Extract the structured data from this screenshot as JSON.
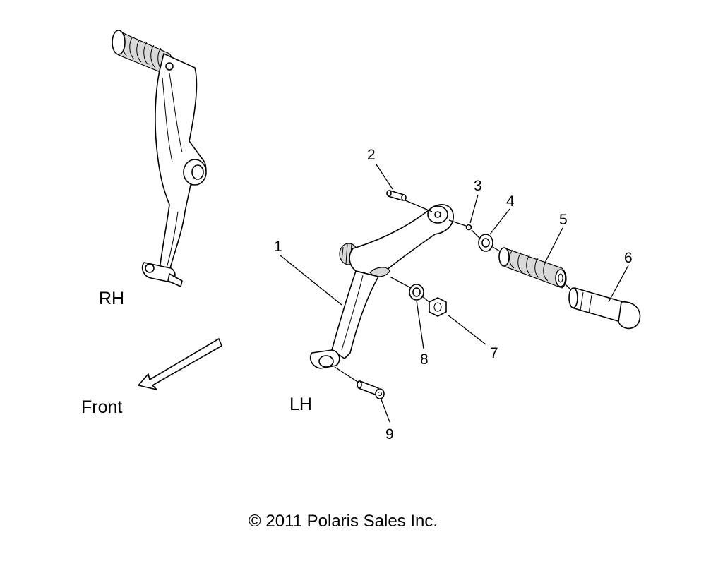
{
  "diagram": {
    "side_labels": {
      "rh": "RH",
      "lh": "LH"
    },
    "direction_label": "Front",
    "callouts": [
      "1",
      "2",
      "3",
      "4",
      "5",
      "6",
      "7",
      "8",
      "9"
    ],
    "copyright": "© 2011 Polaris Sales Inc."
  }
}
